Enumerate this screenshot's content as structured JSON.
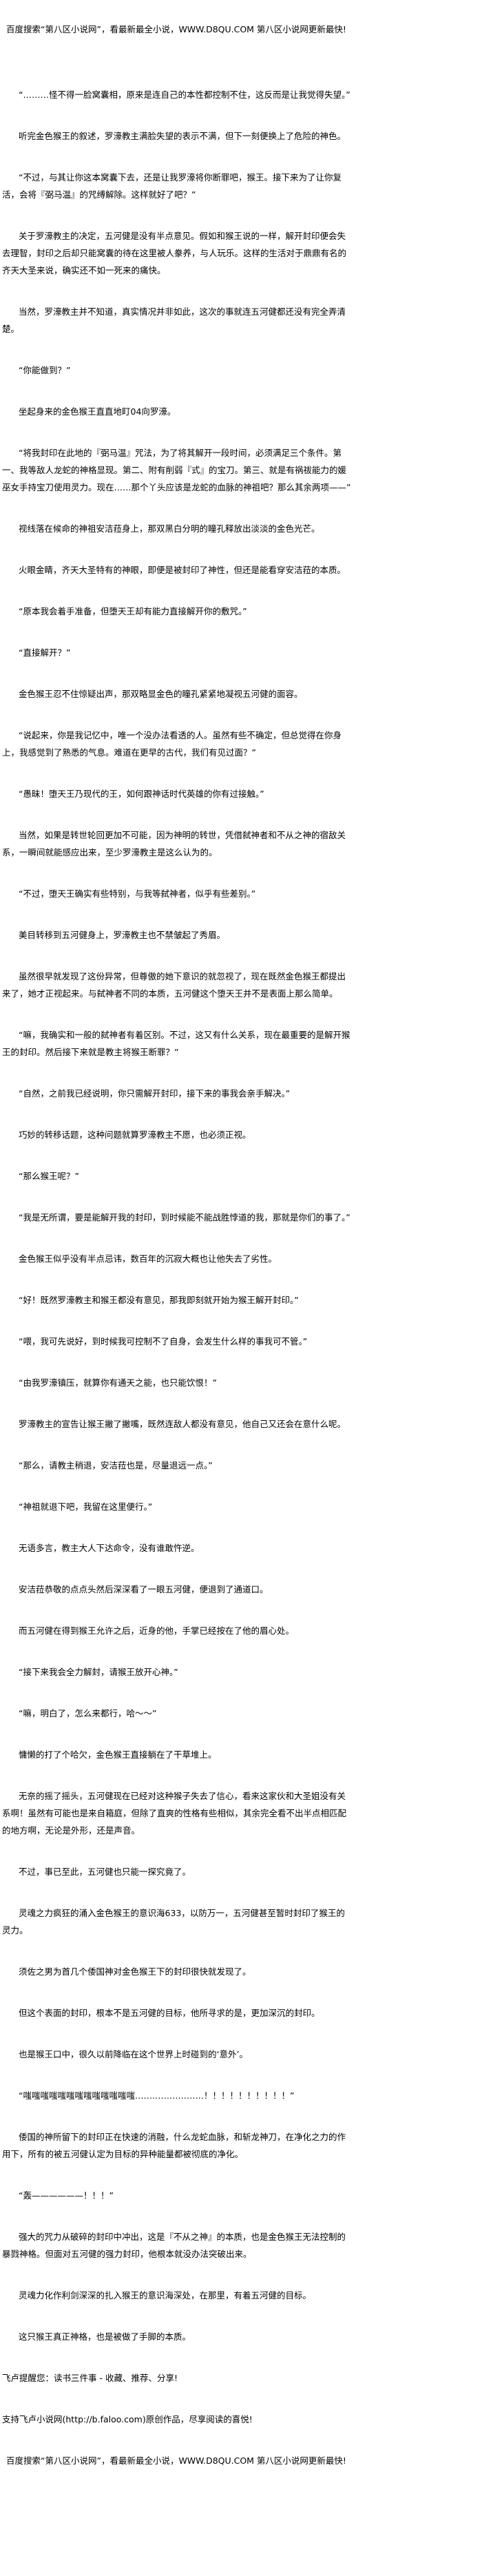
{
  "banner": "百度搜索“第八区小说网”，看最新最全小说，WWW.D8QU.COM   第八区小说网更新最快!",
  "paragraphs": [
    "“………怪不得一脸窝囊相，原来是连自己的本性都控制不住，这反而是让我觉得失望。”",
    "听完金色猴王的叙述，罗濠教主满脸失望的表示不满，但下一刻便换上了危险的神色。",
    "“不过，与其让你这本窝囊下去，还是让我罗濠将你断罪吧，猴王。接下来为了让你复活，会将『弼马温』的咒缚解除。这样就好了吧？”",
    "关于罗濠教主的决定，五河健是没有半点意见。假如和猴王说的一样，解开封印便会失去理智，封印之后却只能窝囊的待在这里被人豢养，与人玩乐。这样的生活对于鼎鼎有名的齐天大圣来说，确实还不如一死来的痛快。",
    "当然，罗濠教主并不知道，真实情况并非如此，这次的事就连五河健都还没有完全弄清楚。",
    "“你能做到？”",
    "坐起身来的金色猴王直直地盯04向罗濠。",
    "“将我封印在此地的『弼马温』咒法，为了将其解开一段时间，必须满足三个条件。第一、我等敌人龙蛇的神格显现。第二、附有削弱『式』的宝刀。第三、就是有祸祓能力的媛巫女手持宝刀使用灵力。现在……那个丫头应该是龙蛇的血脉的神祖吧？那么其余两项——”",
    "视线落在候命的神祖安洁菈身上，那双黑白分明的瞳孔释放出淡淡的金色光芒。",
    "火眼金睛，齐天大圣特有的神眼，即便是被封印了神性，但还是能看穿安洁菈的本质。",
    "“原本我会着手准备，但堕天王却有能力直接解开你的敷咒。”",
    "“直接解开？”",
    "金色猴王忍不住惊疑出声，那双略显金色的瞳孔紧紧地凝视五河健的面容。",
    "“说起来，你是我记忆中，唯一个没办法看透的人。虽然有些不确定，但总觉得在你身上，我感觉到了熟悉的气息。难道在更早的古代，我们有见过面？”",
    "“愚昧！堕天王乃现代的王，如何跟神话时代英雄的你有过接触。”",
    "当然，如果是转世轮回更加不可能，因为神明的转世，凭借弑神者和不从之神的宿敌关系，一瞬间就能感应出来，至少罗濠教主是这么认为的。",
    "“不过，堕天王确实有些特别，与我等弑神者，似乎有些差别。”",
    "美目转移到五河健身上，罗濠教主也不禁皱起了秀眉。",
    "虽然很早就发现了这份异常，但尊傲的她下意识的就忽视了，现在既然金色猴王都提出来了，她才正视起来。与弑神者不同的本质，五河健这个堕天王并不是表面上那么简单。",
    "“嘛，我确实和一般的弑神者有着区别。不过，这又有什么关系，现在最重要的是解开猴王的封印。然后接下来就是教主将猴王断罪？”",
    "“自然，之前我已经说明，你只需解开封印，接下来的事我会亲手解决。”",
    "巧妙的转移话题，这种问题就算罗濠教主不愿，也必须正视。",
    "“那么猴王呢？”",
    "“我是无所谓，要是能解开我的封印，到时候能不能战胜悖道的我，那就是你们的事了。”",
    "金色猴王似乎没有半点忌讳，数百年的沉寂大概也让他失去了劣性。",
    "“好！既然罗濠教主和猴王都没有意见，那我即刻就开始为猴王解开封印。”",
    "“喂，我可先说好，到时候我可控制不了自身，会发生什么样的事我可不管。”",
    "“由我罗濠镇压，就算你有通天之能，也只能饮恨！”",
    "罗濠教主的宣告让猴王撇了撇嘴，既然连敌人都没有意见，他自己又还会在意什么呢。",
    "“那么，请教主稍退，安洁菈也是，尽量退远一点。”",
    "“神祖就退下吧，我留在这里便行。”",
    "无语多言，教主大人下达命令，没有谁敢忤逆。",
    "安洁菈恭敬的点点头然后深深看了一眼五河健，便退到了通道口。",
    "而五河健在得到猴王允许之后，近身的他，手掌已经按在了他的眉心处。",
    "“接下来我会全力解封，请猴王放开心神。”",
    "“嘛，明白了，怎么来都行，哈～～”",
    "慵懒的打了个哈欠，金色猴王直接躺在了干草堆上。",
    "无奈的摇了摇头，五河健现在已经对这种猴子失去了信心，看来这家伙和大圣姐没有关系啊！虽然有可能也是来自箱庭，但除了直爽的性格有些相似，其余完全看不出半点相匹配的地方啊，无论是外形，还是声音。",
    "不过，事已至此，五河健也只能一探究竟了。",
    "灵魂之力疯狂的涌入金色猴王的意识海633，以防万一，五河健甚至暂时封印了猴王的灵力。",
    "须佐之男为首几个倭国神对金色猴王下的封印很快就发现了。",
    "但这个表面的封印，根本不是五河健的目标，他所寻求的是，更加深沉的封印。",
    "也是猴王口中，很久以前降临在这个世界上时碰到的‘意外’。",
    "“嗤嗤嗤嗤嗤嗤嗤嗤嗤嗤嗤嗤嗤……………………！！！！！！！！！！”",
    "倭国的神所留下的封印正在快速的消融，什么龙蛇血脉，和斩龙神刀，在净化之力的作用下，所有的被五河健认定为目标的异种能量都被彻底的净化。",
    "“轰——————！！！”",
    "强大的咒力从破碎的封印中冲出，这是『不从之神』的本质，也是金色猴王无法控制的暴戮神格。但面对五河健的强力封印，他根本就没办法突破出来。",
    "灵魂力化作利剑深深的扎入猴王的意识海深处，在那里，有着五河健的目标。",
    "这只猴王真正神格，也是被做了手脚的本质。"
  ],
  "footer": {
    "reminder": "飞卢提醒您：读书三件事 - 收藏、推荐、分享!",
    "support": "支持飞卢小说网(http://b.faloo.com)原创作品，尽享阅读的喜悦!",
    "banner": "百度搜索“第八区小说网”，看最新最全小说，WWW.D8QU.COM   第八区小说网更新最快!"
  }
}
